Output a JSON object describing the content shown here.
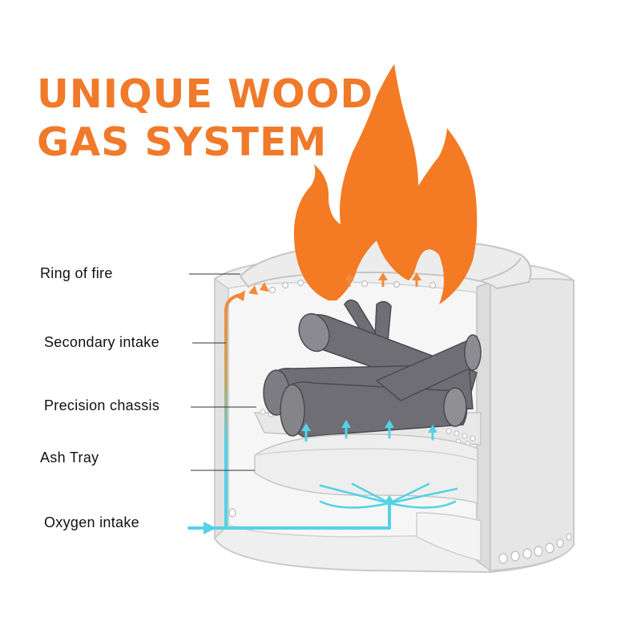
{
  "title": {
    "line1": "UNIQUE WOOD",
    "line2": "GAS SYSTEM"
  },
  "labels": {
    "ring_of_fire": "Ring of fire",
    "secondary_intake": "Secondary intake",
    "precision_chassis": "Precision chassis",
    "ash_tray": "Ash Tray",
    "oxygen_intake": "Oxygen intake"
  },
  "colors": {
    "flame": "#f47a24",
    "airflow": "#54d2e6",
    "warm_airflow": "#f2893a",
    "log": "#6e6e74",
    "stove": "#e8e8e8",
    "stove_outline": "#c9c9c9"
  }
}
